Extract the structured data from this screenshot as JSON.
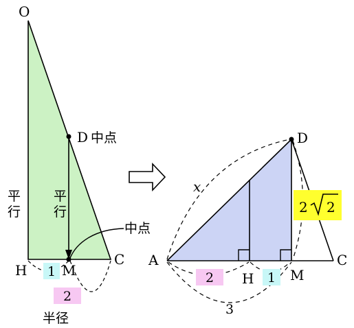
{
  "colors": {
    "left_triangle_fill": "#ccf2c4",
    "right_triangle_fill": "#ccd4f5",
    "pink_badge": "#f7c8f2",
    "cyan_badge": "#c8f7f7",
    "yellow_badge": "#ffff2e"
  },
  "left_figure": {
    "point_O": "O",
    "point_D": "D",
    "midpoint_tag": "中点",
    "point_H": "H",
    "point_M": "M",
    "point_C": "C",
    "parallel_left": [
      "平",
      "行"
    ],
    "parallel_inner": [
      "平",
      "行"
    ],
    "midpoint_callout": "中点",
    "hm_length": "1",
    "radius_length": "2",
    "radius_label": "半径"
  },
  "arrow": {
    "icon": "right-arrow-icon"
  },
  "right_figure": {
    "point_D": "D",
    "point_A": "A",
    "point_H": "H",
    "point_M": "M",
    "point_C": "C",
    "side_x": "x",
    "ah_length": "2",
    "hm_length": "1",
    "am_length": "3",
    "dm_coefficient": "2",
    "dm_radicand": "2"
  }
}
